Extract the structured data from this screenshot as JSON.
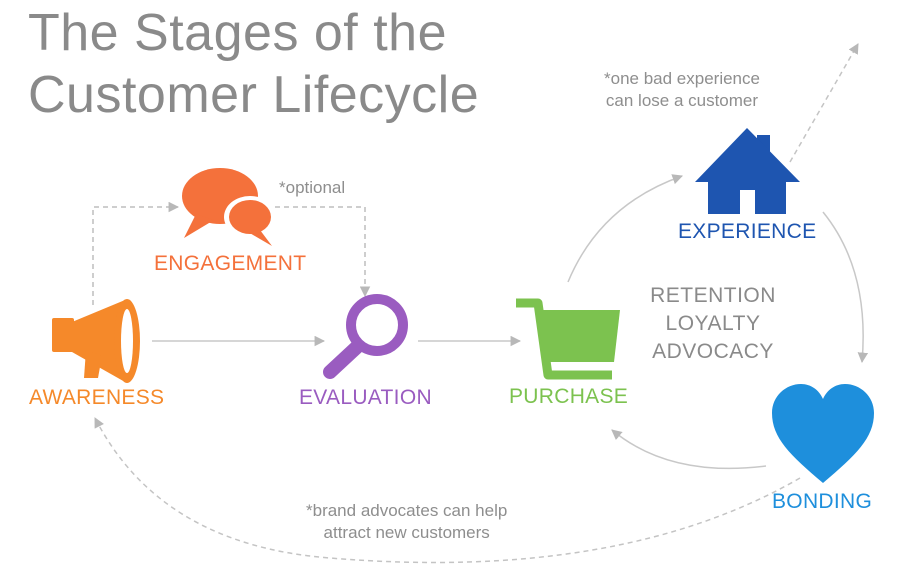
{
  "title": {
    "line1": "The Stages of the",
    "line2": "Customer Lifecycle"
  },
  "stages": {
    "awareness": {
      "label": "AWARENESS",
      "icon": "megaphone-icon",
      "color": "#f5892a"
    },
    "engagement": {
      "label": "ENGAGEMENT",
      "icon": "chat-bubbles-icon",
      "color": "#f4713b"
    },
    "evaluation": {
      "label": "EVALUATION",
      "icon": "magnifier-icon",
      "color": "#9a5cc0"
    },
    "purchase": {
      "label": "PURCHASE",
      "icon": "shopping-cart-icon",
      "color": "#7cc24f"
    },
    "experience": {
      "label": "EXPERIENCE",
      "icon": "house-icon",
      "color": "#1e55b0"
    },
    "bonding": {
      "label": "BONDING",
      "icon": "heart-icon",
      "color": "#1e8fdc"
    }
  },
  "notes": {
    "optional": "*optional",
    "bad_experience": {
      "line1": "*one bad experience",
      "line2": "can lose a customer"
    },
    "advocates": {
      "line1": "*brand advocates can help",
      "line2": "attract new customers"
    }
  },
  "center_text": [
    "RETENTION",
    "LOYALTY",
    "ADVOCACY"
  ]
}
